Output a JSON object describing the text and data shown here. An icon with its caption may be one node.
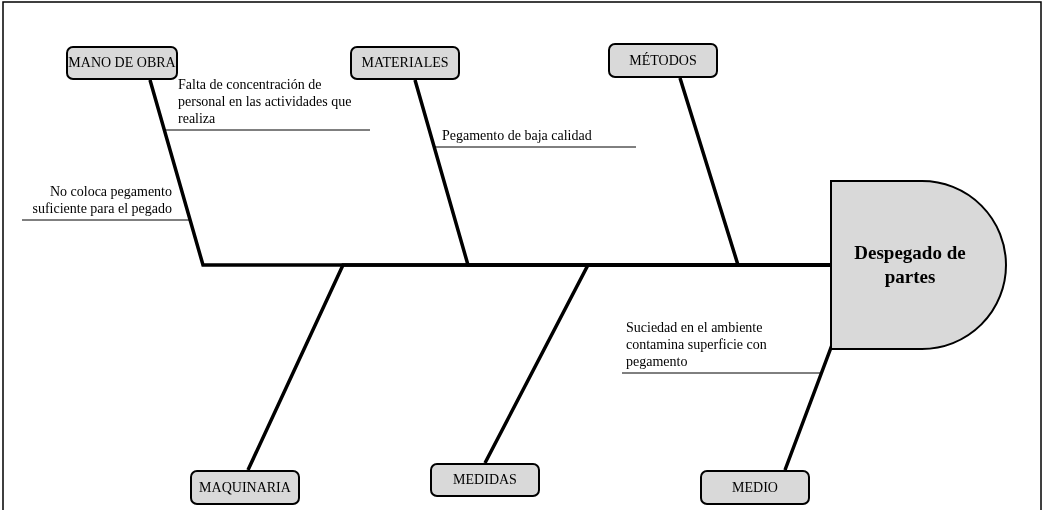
{
  "diagram": {
    "nodes": [
      {
        "text": [
          "MANO DE OBRA"
        ]
      },
      {
        "text": [
          "MATERIALES"
        ]
      },
      {
        "text": [
          "MÉTODOS"
        ]
      },
      {
        "text": [
          "Falta de concentración de personal en las actividades que realiza"
        ]
      },
      {
        "text": [
          "Pegamento de baja calidad"
        ]
      },
      {
        "text": [
          "No coloca pegamento suficiente para el pegado"
        ]
      },
      {
        "text": [
          "Despegado de partes"
        ]
      },
      {
        "text": [
          "Suciedad en el ambiente contamina superficie con pegamento"
        ]
      },
      {
        "text": [
          "MAQUINARIA"
        ]
      },
      {
        "text": [
          "MEDIDAS"
        ]
      },
      {
        "text": [
          "MEDIO"
        ]
      }
    ],
    "edges": [
      {
        "from": 0,
        "to": 6,
        "arrow": "none"
      },
      {
        "from": 1,
        "to": 6,
        "arrow": "none"
      },
      {
        "from": 2,
        "to": 6,
        "arrow": "none"
      },
      {
        "from": 8,
        "to": 6,
        "arrow": "none"
      },
      {
        "from": 9,
        "to": 6,
        "arrow": "none"
      },
      {
        "from": 10,
        "to": 6,
        "arrow": "none"
      },
      {
        "from": 3,
        "to": 0,
        "arrow": "none"
      },
      {
        "from": 5,
        "to": 0,
        "arrow": "none"
      },
      {
        "from": 4,
        "to": 1,
        "arrow": "none"
      },
      {
        "from": 7,
        "to": 10,
        "arrow": "none"
      }
    ]
  }
}
